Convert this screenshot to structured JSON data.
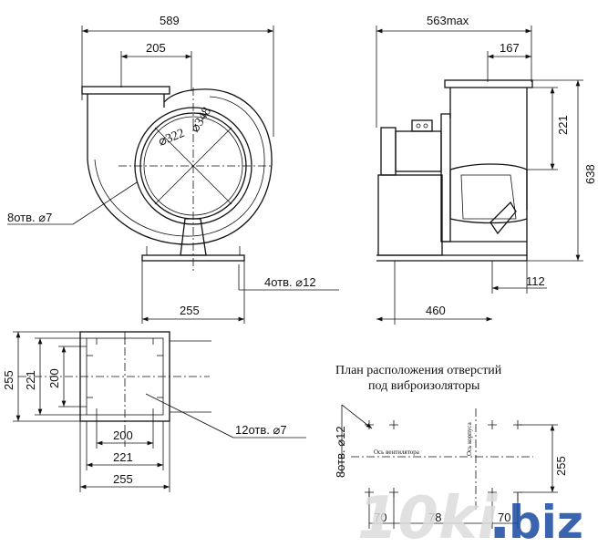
{
  "front_view": {
    "width": "589",
    "inlet": "205",
    "d_inner": "⌀322",
    "d_outer": "⌀348",
    "holes_flange": "8отв. ⌀7",
    "holes_base": "4отв. ⌀12",
    "base_width": "255"
  },
  "side_view": {
    "max_len": "563max",
    "offset": "167",
    "outlet_h": "221",
    "total_h": "638",
    "right_offset": "112",
    "base_len": "460"
  },
  "outlet_view": {
    "h255": "255",
    "h221": "221",
    "h200": "200",
    "w200": "200",
    "w221": "221",
    "w255": "255",
    "holes": "12отв. ⌀7"
  },
  "plan": {
    "title_line1": "План расположения отверстий",
    "title_line2": "под виброизоляторы",
    "holes": "8отв. ⌀12",
    "fan_axis": "Ось вентилятора",
    "body_axis": "Ось корпуса",
    "dim_255": "255",
    "dim_70_left": "70",
    "dim_78": "78",
    "dim_70_right": "70"
  },
  "watermark": {
    "text_main": "10ki",
    "text_dot": ".",
    "text_tld": "biz"
  },
  "colors": {
    "line": "#111111",
    "watermark_gray": "#dcdcdc",
    "watermark_blue": "#1a4aa0"
  }
}
